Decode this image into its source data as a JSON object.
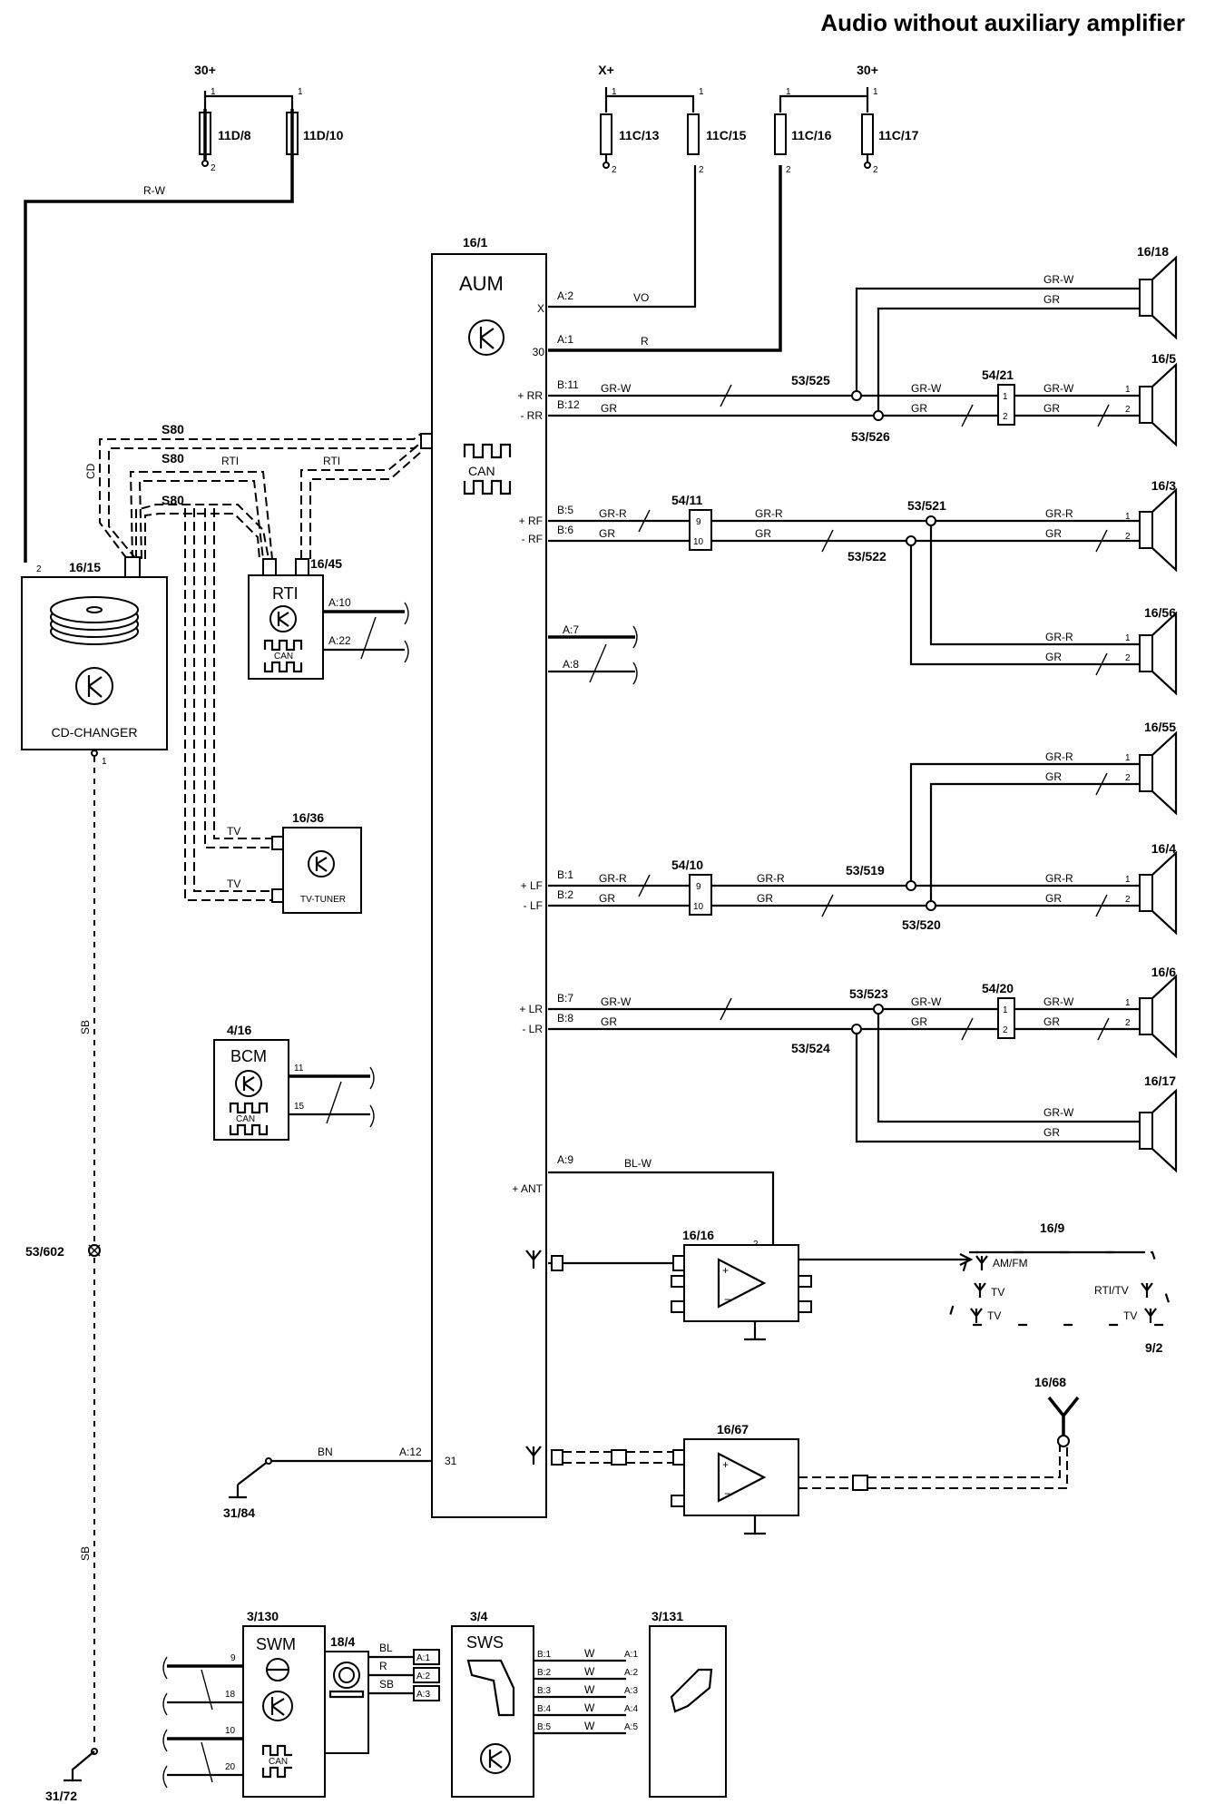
{
  "title": "Audio without auxiliary amplifier",
  "supplies": {
    "s1": "30+",
    "s2": "X+",
    "s3": "30+"
  },
  "fuses": {
    "f1": "11D/8",
    "f2": "11D/10",
    "f3": "11C/13",
    "f4": "11C/15",
    "f5": "11C/16",
    "f6": "11C/17"
  },
  "pins": {
    "p1": "1",
    "p2": "2",
    "p9": "9",
    "p10": "10",
    "p11": "11",
    "p15": "15",
    "p18": "18",
    "p20": "20"
  },
  "aum": {
    "id": "16/1",
    "name": "AUM",
    "can": "CAN",
    "left_labels": [
      "X",
      "30",
      "+ RR",
      "- RR",
      "+ RF",
      "- RF",
      "+ LF",
      "- LF",
      "+ LR",
      "- LR",
      "+ ANT",
      "31"
    ],
    "pins": [
      "A:2",
      "A:1",
      "B:11",
      "B:12",
      "B:5",
      "B:6",
      "A:7",
      "A:8",
      "B:1",
      "B:2",
      "B:7",
      "B:8",
      "A:9",
      "A:12"
    ]
  },
  "wires": {
    "vo": "VO",
    "r": "R",
    "grw": "GR-W",
    "gr": "GR",
    "grr": "GR-R",
    "blw": "BL-W",
    "bn": "BN",
    "sb": "SB",
    "rw": "R-W",
    "s80": "S80",
    "rti": "RTI",
    "cd": "CD",
    "tv": "TV",
    "bl": "BL",
    "w": "W"
  },
  "speakers": [
    "16/18",
    "16/5",
    "16/3",
    "16/56",
    "16/55",
    "16/4",
    "16/6",
    "16/17"
  ],
  "splices": [
    "53/525",
    "53/526",
    "53/521",
    "53/522",
    "53/519",
    "53/520",
    "53/523",
    "53/524",
    "53/602"
  ],
  "connectors": [
    "54/21",
    "54/11",
    "54/10",
    "54/20"
  ],
  "cd_changer": {
    "id": "16/15",
    "name": "CD-CHANGER"
  },
  "rti": {
    "id": "16/45",
    "name": "RTI",
    "pins": [
      "A:10",
      "A:22"
    ],
    "can": "CAN"
  },
  "tv_tuner": {
    "id": "16/36",
    "name": "TV-TUNER"
  },
  "bcm": {
    "id": "4/16",
    "name": "BCM",
    "can": "CAN"
  },
  "amp": {
    "id1": "16/16",
    "id2": "16/67"
  },
  "antenna": {
    "id": "16/9",
    "ref": "9/2",
    "am": "AM/FM",
    "tv": "TV",
    "rtitv": "RTI/TV"
  },
  "antenna2": "16/68",
  "grounds": [
    "31/84",
    "31/72"
  ],
  "swm": {
    "id": "3/130",
    "name": "SWM",
    "can": "CAN"
  },
  "clock": "18/4",
  "sws": {
    "id": "3/4",
    "name": "SWS",
    "pins": [
      "B:1",
      "B:2",
      "B:3",
      "B:4",
      "B:5"
    ]
  },
  "sws2": {
    "id": "3/131",
    "pins": [
      "A:1",
      "A:2",
      "A:3",
      "A:4",
      "A:5"
    ]
  },
  "swm_pins": [
    "A:1",
    "A:2",
    "A:3"
  ]
}
